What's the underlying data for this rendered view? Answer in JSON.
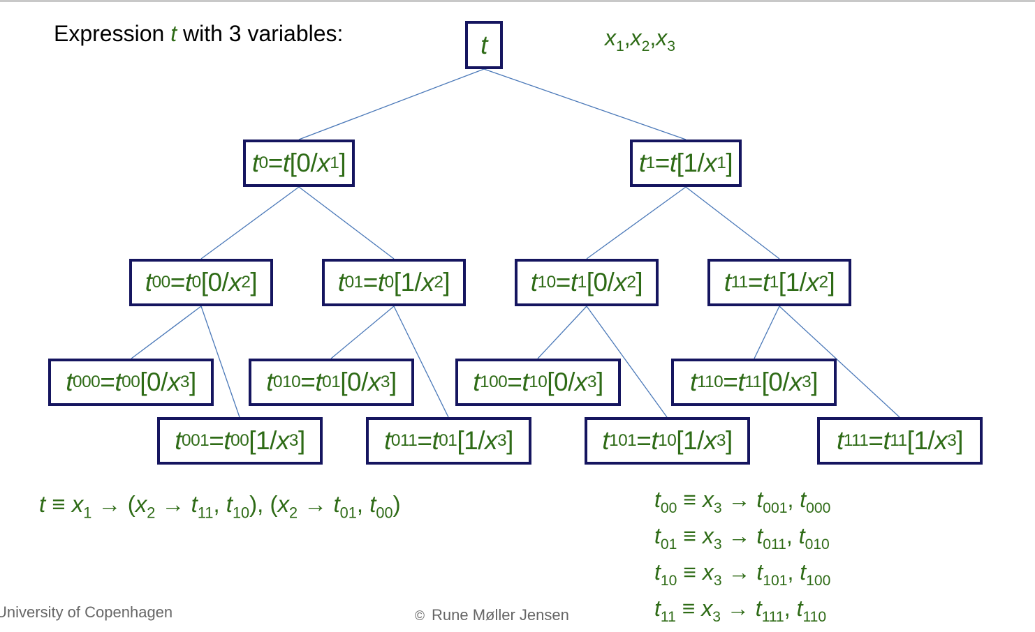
{
  "title": {
    "prefix": "Expression ",
    "var": "t",
    "suffix": " with 3 variables:"
  },
  "variables": {
    "x1": "x",
    "s1": "1",
    "x2": "x",
    "s2": "2",
    "x3": "x",
    "s3": "3",
    "sep": ","
  },
  "nodes": {
    "t": {
      "name": "t"
    },
    "t0": {
      "lhs": "t",
      "lsub": "0",
      "eq": "=",
      "rhs": "t",
      "rsub": "",
      "sub": "[0/",
      "x": "x",
      "xsub": "1",
      "close": "]"
    },
    "t1": {
      "lhs": "t",
      "lsub": "1",
      "eq": "=",
      "rhs": "t",
      "rsub": "",
      "sub": "[1/",
      "x": "x",
      "xsub": "1",
      "close": "]"
    },
    "t00": {
      "lhs": "t",
      "lsub": "00",
      "eq": "=",
      "rhs": "t",
      "rsub": "0",
      "sub": "[0/",
      "x": "x",
      "xsub": "2",
      "close": "]"
    },
    "t01": {
      "lhs": "t",
      "lsub": "01",
      "eq": "=",
      "rhs": "t",
      "rsub": "0",
      "sub": "[1/",
      "x": "x",
      "xsub": "2",
      "close": "]"
    },
    "t10": {
      "lhs": "t",
      "lsub": "10",
      "eq": "=",
      "rhs": "t",
      "rsub": "1",
      "sub": "[0/",
      "x": "x",
      "xsub": "2",
      "close": "]"
    },
    "t11": {
      "lhs": "t",
      "lsub": "11",
      "eq": "=",
      "rhs": "t",
      "rsub": "1",
      "sub": "[1/",
      "x": "x",
      "xsub": "2",
      "close": "]"
    },
    "t000": {
      "lhs": "t",
      "lsub": "000",
      "eq": "=",
      "rhs": "t",
      "rsub": "00",
      "sub": "[0/",
      "x": "x",
      "xsub": "3",
      "close": "]"
    },
    "t001": {
      "lhs": "t",
      "lsub": "001",
      "eq": "=",
      "rhs": "t",
      "rsub": "00",
      "sub": "[1/",
      "x": "x",
      "xsub": "3",
      "close": "]"
    },
    "t010": {
      "lhs": "t",
      "lsub": "010",
      "eq": "=",
      "rhs": "t",
      "rsub": "01",
      "sub": "[0/",
      "x": "x",
      "xsub": "3",
      "close": "]"
    },
    "t011": {
      "lhs": "t",
      "lsub": "011",
      "eq": "=",
      "rhs": "t",
      "rsub": "01",
      "sub": "[1/",
      "x": "x",
      "xsub": "3",
      "close": "]"
    },
    "t100": {
      "lhs": "t",
      "lsub": "100",
      "eq": "=",
      "rhs": "t",
      "rsub": "10",
      "sub": "[0/",
      "x": "x",
      "xsub": "3",
      "close": "]"
    },
    "t101": {
      "lhs": "t",
      "lsub": "101",
      "eq": "=",
      "rhs": "t",
      "rsub": "10",
      "sub": "[1/",
      "x": "x",
      "xsub": "3",
      "close": "]"
    },
    "t110": {
      "lhs": "t",
      "lsub": "110",
      "eq": "=",
      "rhs": "t",
      "rsub": "11",
      "sub": "[0/",
      "x": "x",
      "xsub": "3",
      "close": "]"
    },
    "t111": {
      "lhs": "t",
      "lsub": "111",
      "eq": "=",
      "rhs": "t",
      "rsub": "11",
      "sub": "[1/",
      "x": "x",
      "xsub": "3",
      "close": "]"
    }
  },
  "formula_main": {
    "t": "t",
    "equiv": " ≡ ",
    "x1": "x",
    "s1": "1",
    "arrow": " → ",
    "open1": "(",
    "x2a": "x",
    "s2a": "2",
    "arrow2": " → ",
    "ta": "t",
    "sa": "11",
    "comma1": ", ",
    "tb": "t",
    "sb": "10",
    "close1": "), ",
    "open2": "(",
    "x2b": "x",
    "s2b": "2",
    "arrow3": " → ",
    "tc": "t",
    "sc": "01",
    "comma2": ", ",
    "td": "t",
    "sd": "00",
    "close2": ")"
  },
  "formulas_right": [
    {
      "t": "t",
      "sub": "00",
      "equiv": " ≡ ",
      "x": "x",
      "xs": "3",
      "arrow": " → ",
      "a": "t",
      "as": "001",
      "comma": ", ",
      "b": "t",
      "bs": "000"
    },
    {
      "t": "t",
      "sub": "01",
      "equiv": " ≡ ",
      "x": "x",
      "xs": "3",
      "arrow": " → ",
      "a": "t",
      "as": "011",
      "comma": ", ",
      "b": "t",
      "bs": "010"
    },
    {
      "t": "t",
      "sub": "10",
      "equiv": " ≡ ",
      "x": "x",
      "xs": "3",
      "arrow": " → ",
      "a": "t",
      "as": "101",
      "comma": ", ",
      "b": "t",
      "bs": "100"
    },
    {
      "t": "t",
      "sub": "11",
      "equiv": " ≡ ",
      "x": "x",
      "xs": "3",
      "arrow": " → ",
      "a": "t",
      "as": "111",
      "comma": ", ",
      "b": "t",
      "bs": "110"
    }
  ],
  "footer": {
    "institution": "University of Copenhagen",
    "copyright_symbol": "©",
    "author": "Rune Møller Jensen"
  },
  "colors": {
    "text_green": "#2e6b16",
    "box_border": "#15155f",
    "edge": "#4a78b8"
  }
}
